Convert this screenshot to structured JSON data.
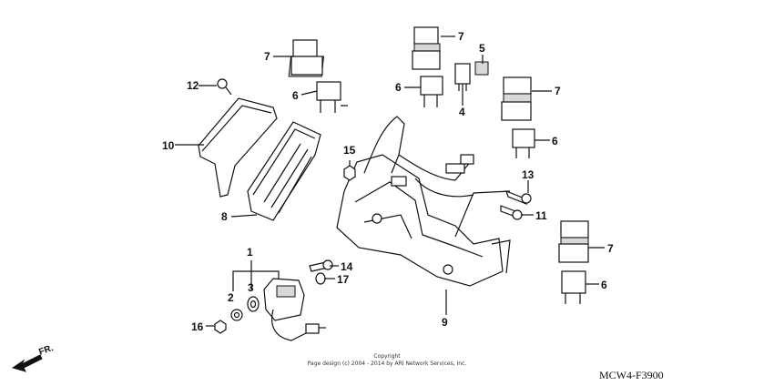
{
  "callouts": [
    "1",
    "2",
    "3",
    "4",
    "5",
    "6",
    "6",
    "6",
    "6",
    "7",
    "7",
    "7",
    "7",
    "8",
    "9",
    "10",
    "11",
    "12",
    "13",
    "14",
    "15",
    "16",
    "17"
  ],
  "copyright_line1": "Copyright",
  "copyright_line2": "Page design (c) 2004 - 2014 by ARI Network Services, Inc.",
  "diagram_code": "MCW4-F3900",
  "direction_label": "FR."
}
